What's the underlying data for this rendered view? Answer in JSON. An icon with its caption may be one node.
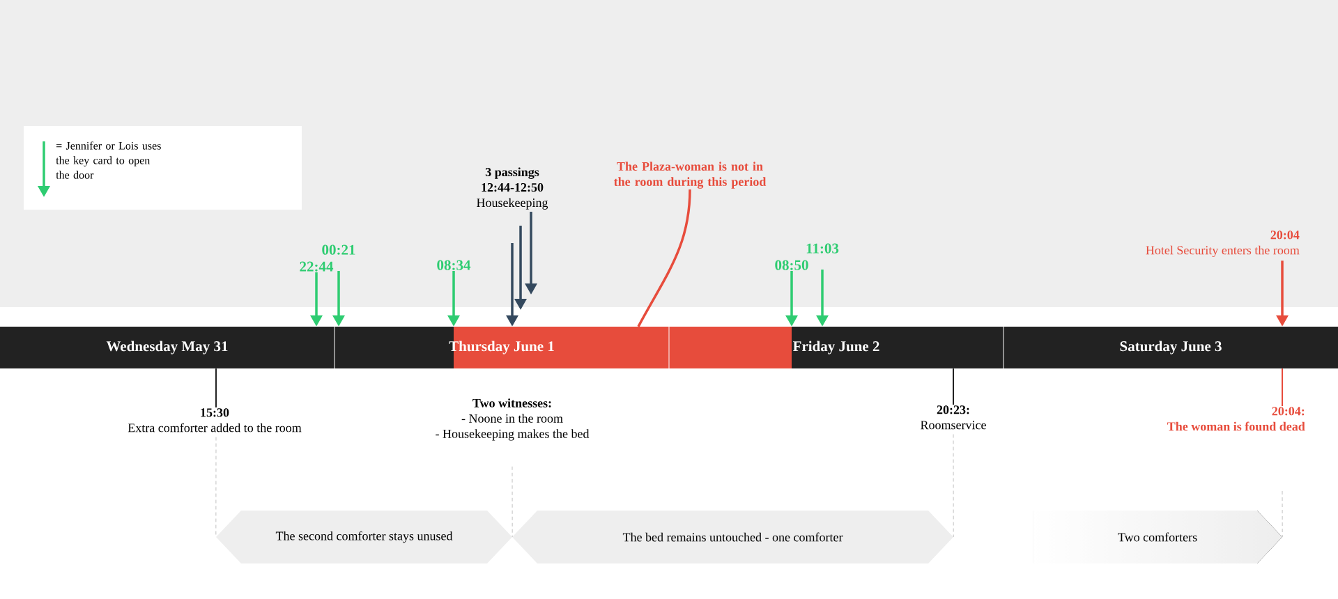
{
  "diagram": {
    "nodes": [
      {
        "text": [
          "Wednesday May 31"
        ]
      },
      {
        "text": [
          "Thursday June 1"
        ]
      },
      {
        "text": [
          "Friday June 2"
        ]
      },
      {
        "text": [
          "Saturday June 3"
        ]
      },
      {
        "text": [
          "22:44"
        ]
      },
      {
        "text": [
          "00:21"
        ]
      },
      {
        "text": [
          "08:34"
        ]
      },
      {
        "text": [
          "3 passings",
          "12:44-12:50",
          "Housekeeping"
        ]
      },
      {
        "text": [
          "The Plaza-woman is not in the room during this period"
        ]
      },
      {
        "text": [
          "08:50"
        ]
      },
      {
        "text": [
          "11:03"
        ]
      },
      {
        "text": [
          "20:04",
          "Hotel Security enters the room"
        ]
      },
      {
        "text": [
          "15:30",
          "Extra comforter added to the room"
        ]
      },
      {
        "text": [
          "Two witnesses:",
          "- Noone in the room",
          "- Housekeeping makes the bed"
        ]
      },
      {
        "text": [
          "20:23:",
          "Roomservice"
        ]
      },
      {
        "text": [
          "20:04:",
          "The woman is found dead"
        ]
      },
      {
        "text": [
          "The second comforter stays unused"
        ]
      },
      {
        "text": [
          "The bed remains untouched - one comforter"
        ]
      },
      {
        "text": [
          "Two comforters"
        ]
      }
    ],
    "edges": [
      {
        "from": 4,
        "to": 0,
        "arrow": "to",
        "color": "#2ecc71"
      },
      {
        "from": 5,
        "to": 1,
        "arrow": "to",
        "color": "#2ecc71"
      },
      {
        "from": 6,
        "to": 1,
        "arrow": "to",
        "color": "#2ecc71"
      },
      {
        "from": 7,
        "to": 1,
        "arrow": "to",
        "color": "#34495e"
      },
      {
        "from": 7,
        "to": null,
        "arrow": "to",
        "color": "#34495e"
      },
      {
        "from": 7,
        "to": null,
        "arrow": "to",
        "color": "#34495e"
      },
      {
        "from": 8,
        "to": 1,
        "arrow": "none",
        "color": "#e74c3c"
      },
      {
        "from": 9,
        "to": 2,
        "arrow": "to",
        "color": "#2ecc71"
      },
      {
        "from": 10,
        "to": 2,
        "arrow": "to",
        "color": "#2ecc71"
      },
      {
        "from": 11,
        "to": 3,
        "arrow": "to",
        "color": "#e74c3c"
      },
      {
        "from": 0,
        "to": 12,
        "arrow": "none",
        "color": "#222222"
      },
      {
        "from": 2,
        "to": 14,
        "arrow": "none",
        "color": "#222222"
      },
      {
        "from": 3,
        "to": 15,
        "arrow": "none",
        "color": "#e74c3c"
      },
      {
        "from": 12,
        "to": 16,
        "arrow": "none",
        "style": "dashed",
        "color": "#cccccc"
      },
      {
        "from": 13,
        "to": 16,
        "arrow": "none",
        "style": "dashed",
        "color": "#cccccc"
      },
      {
        "from": 14,
        "to": 17,
        "arrow": "none",
        "style": "dashed",
        "color": "#cccccc"
      },
      {
        "from": null,
        "to": 18,
        "arrow": "none",
        "style": "dashed",
        "color": "#cccccc"
      }
    ],
    "legend": [
      {
        "text": "= Jennifer or Lois uses the key card to open the door"
      }
    ]
  }
}
